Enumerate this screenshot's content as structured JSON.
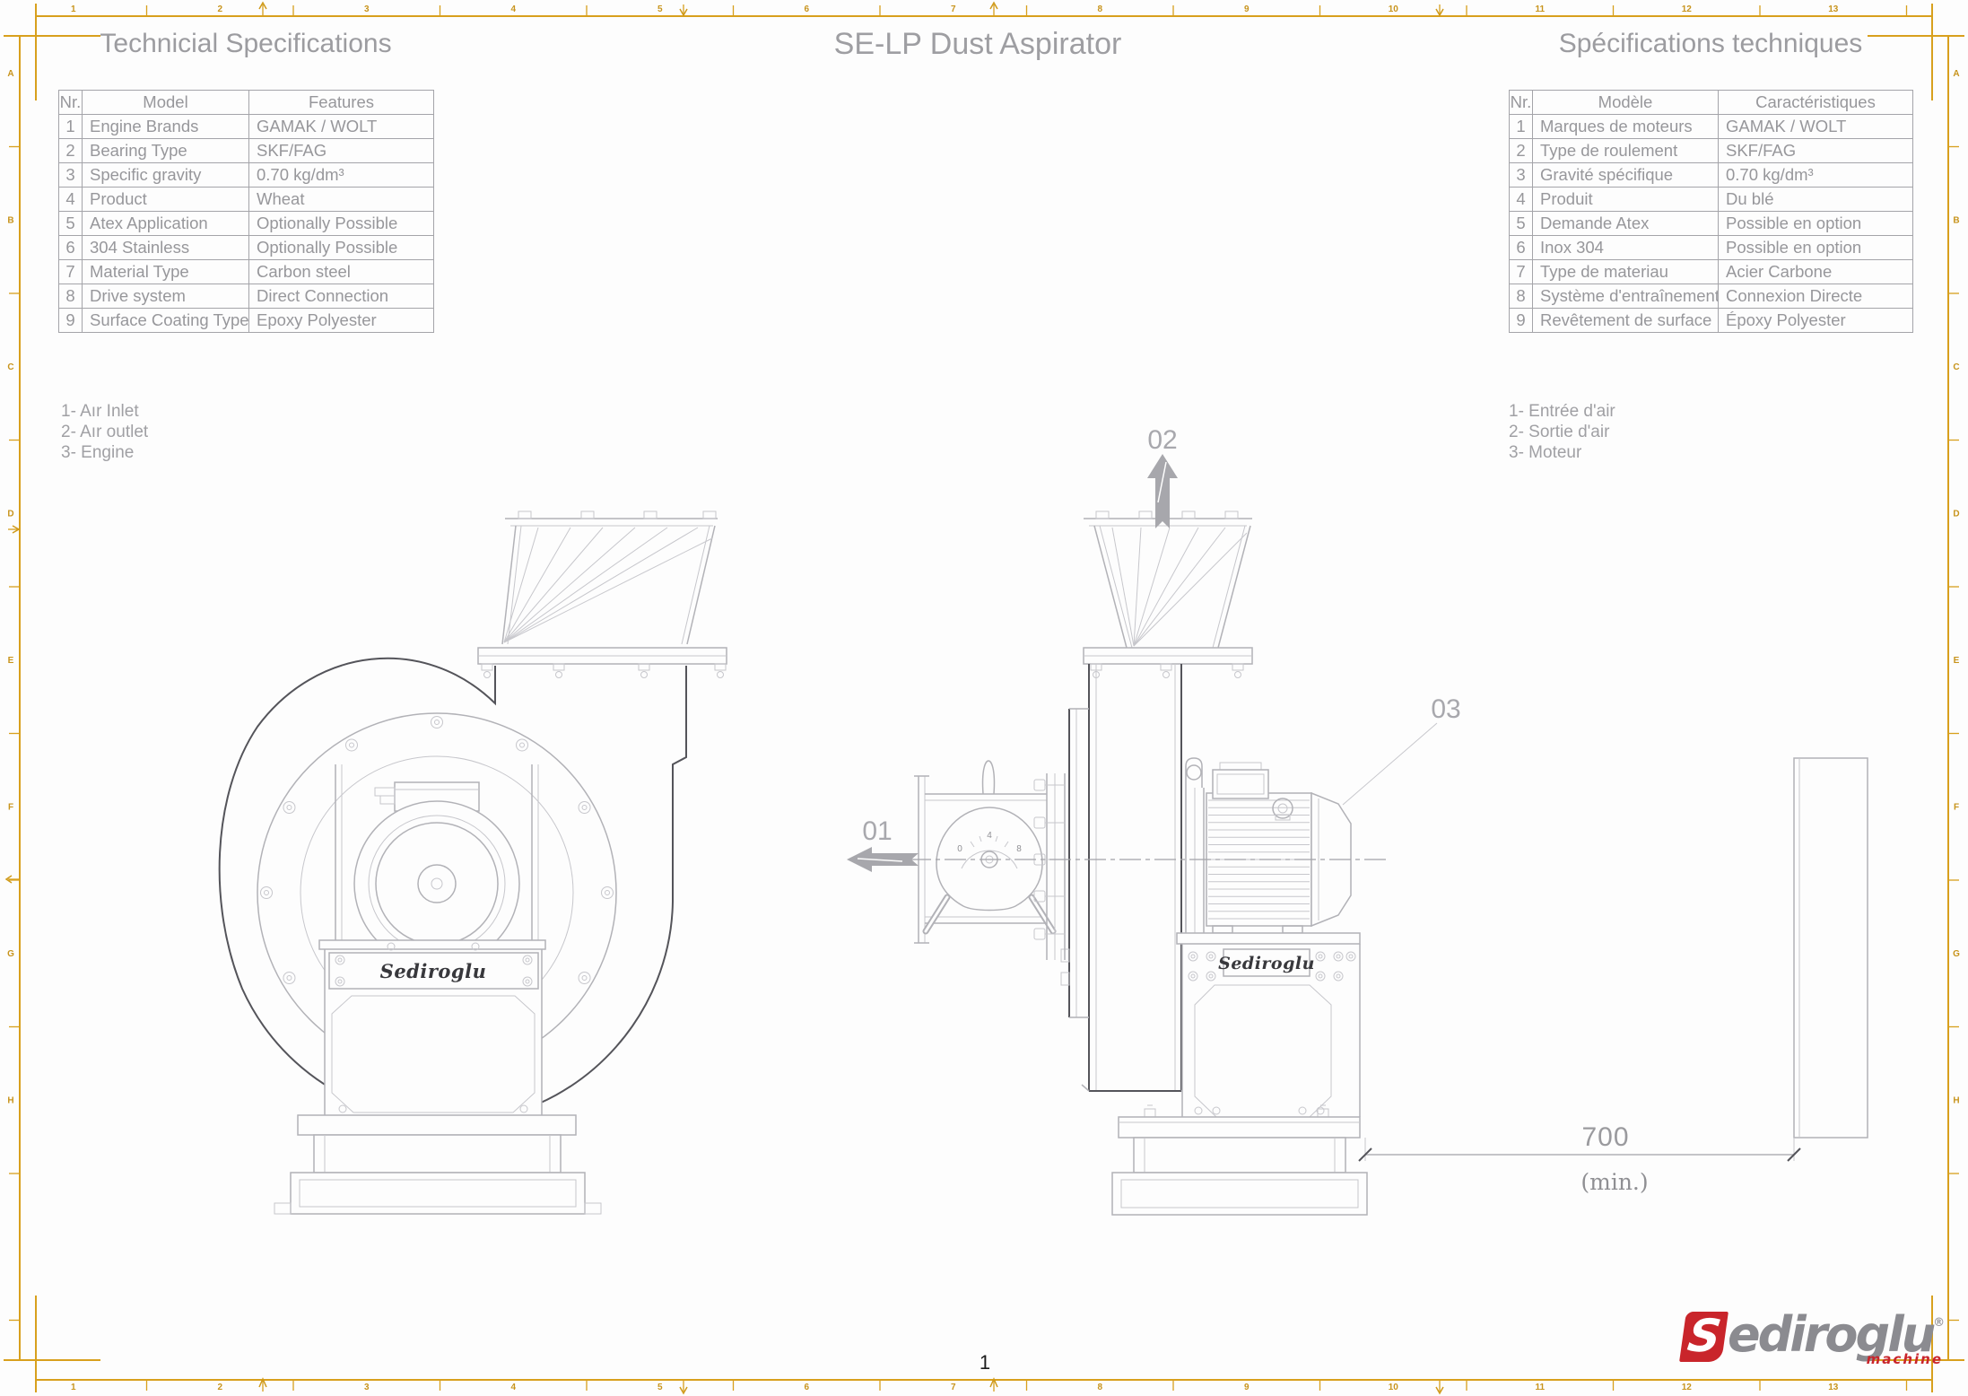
{
  "sheet": {
    "title": "SE-LP Dust Aspirator",
    "page_number": "1"
  },
  "spec_table_en": {
    "title": "Technicial Specifications",
    "headers": [
      "Nr.",
      "Model",
      "Features"
    ],
    "rows": [
      [
        "1",
        "Engine Brands",
        "GAMAK / WOLT"
      ],
      [
        "2",
        "Bearing Type",
        "SKF/FAG"
      ],
      [
        "3",
        "Specific gravity",
        "0.70 kg/dm³"
      ],
      [
        "4",
        "Product",
        "Wheat"
      ],
      [
        "5",
        "Atex Application",
        "Optionally Possible"
      ],
      [
        "6",
        "304 Stainless",
        "Optionally Possible"
      ],
      [
        "7",
        "Material Type",
        "Carbon steel"
      ],
      [
        "8",
        "Drive system",
        "Direct Connection"
      ],
      [
        "9",
        "Surface Coating Type",
        "Epoxy Polyester"
      ]
    ]
  },
  "spec_table_fr": {
    "title": "Spécifications techniques",
    "headers": [
      "Nr.",
      "Modèle",
      "Caractéristiques"
    ],
    "rows": [
      [
        "1",
        "Marques de moteurs",
        "GAMAK / WOLT"
      ],
      [
        "2",
        "Type de roulement",
        "SKF/FAG"
      ],
      [
        "3",
        "Gravité spécifique",
        "0.70 kg/dm³"
      ],
      [
        "4",
        "Produit",
        "Du blé"
      ],
      [
        "5",
        "Demande Atex",
        "Possible en option"
      ],
      [
        "6",
        "Inox 304",
        "Possible en option"
      ],
      [
        "7",
        "Type de materiau",
        "Acier Carbone"
      ],
      [
        "8",
        "Système d'entraînement",
        "Connexion Directe"
      ],
      [
        "9",
        "Revêtement de surface",
        "Époxy Polyester"
      ]
    ]
  },
  "legend_en": {
    "items": [
      "1- Aır Inlet",
      "2- Aır outlet",
      "3- Engine"
    ]
  },
  "legend_fr": {
    "items": [
      "1- Entrée d'air",
      "2- Sortie d'air",
      "3- Moteur"
    ]
  },
  "drawing": {
    "flow_labels": {
      "air_inlet": "01",
      "air_outlet": "02",
      "engine": "03"
    },
    "dimension": {
      "value": "700",
      "qualifier": "(min.)"
    },
    "nameplate": "Sediroglu",
    "damper_dial_scale": [
      "0",
      "4",
      "8"
    ]
  },
  "frame": {
    "column_numbers": [
      "1",
      "2",
      "3",
      "4",
      "5",
      "6",
      "7",
      "8",
      "9",
      "10",
      "11",
      "12",
      "13"
    ],
    "row_letters": [
      "A",
      "B",
      "C",
      "D",
      "E",
      "F",
      "G",
      "H"
    ]
  },
  "logo": {
    "initial": "S",
    "rest": "ediroglu",
    "registered": "®",
    "subtitle": "machine"
  },
  "colors": {
    "frame_gold": "#d8a01d",
    "line_light": "#b2b2b7",
    "line_dark": "#54545a",
    "text_gray": "#97979b",
    "logo_red": "#c9252b",
    "logo_gray": "#8b8b90"
  }
}
